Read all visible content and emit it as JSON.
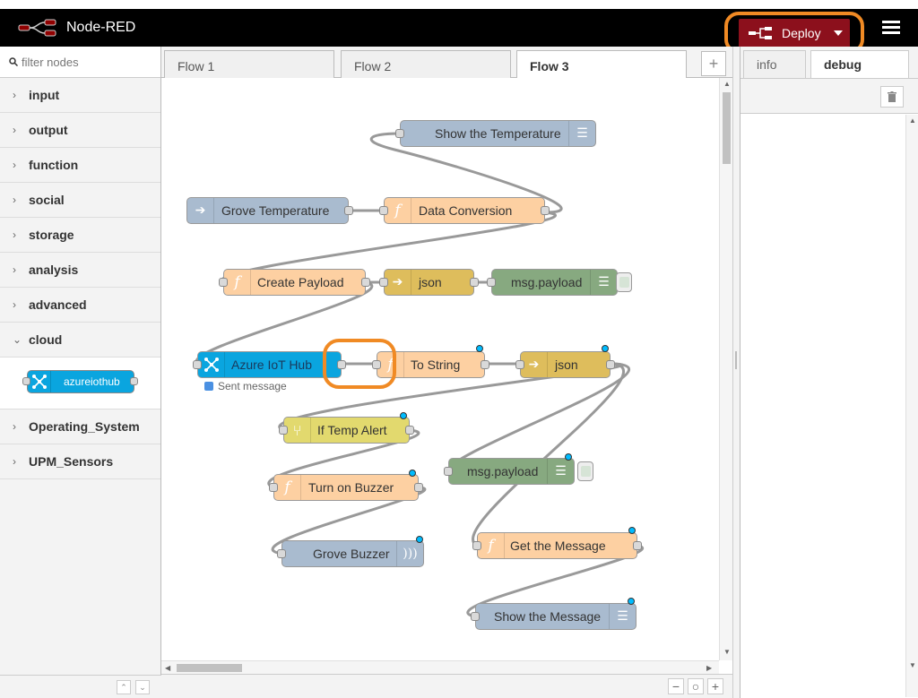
{
  "header": {
    "app_title": "Node-RED",
    "deploy_label": "Deploy"
  },
  "palette": {
    "filter_placeholder": "filter nodes",
    "categories": [
      "input",
      "output",
      "function",
      "social",
      "storage",
      "analysis",
      "advanced",
      "cloud",
      "Operating_System",
      "UPM_Sensors"
    ],
    "cloud_nodes": [
      "azureiothub"
    ]
  },
  "tabs": [
    "Flow 1",
    "Flow 2",
    "Flow 3"
  ],
  "active_tab": "Flow 3",
  "sidebar": {
    "tabs": [
      "info",
      "debug"
    ],
    "active_tab": "debug"
  },
  "nodes": {
    "show_temperature": "Show the Temperature",
    "grove_temperature": "Grove Temperature",
    "data_conversion": "Data Conversion",
    "create_payload": "Create Payload",
    "json_1": "json",
    "msg_payload_1": "msg.payload",
    "azure_iot_hub": "Azure IoT Hub",
    "azure_status": "Sent message",
    "to_string": "To String",
    "json_2": "json",
    "if_temp_alert": "If Temp Alert",
    "msg_payload_2": "msg.payload",
    "turn_on_buzzer": "Turn on Buzzer",
    "grove_buzzer": "Grove Buzzer",
    "get_message": "Get the Message",
    "show_message": "Show the Message"
  },
  "colors": {
    "debug_node": "#a9bbcf",
    "function_node": "#fdd0a2",
    "json_node": "#debd5c",
    "msg_payload_node": "#87a980",
    "azure_node": "#0aa5df",
    "switch_node": "#e2d96e",
    "deploy": "#8c101c",
    "highlight": "#f08a24"
  }
}
